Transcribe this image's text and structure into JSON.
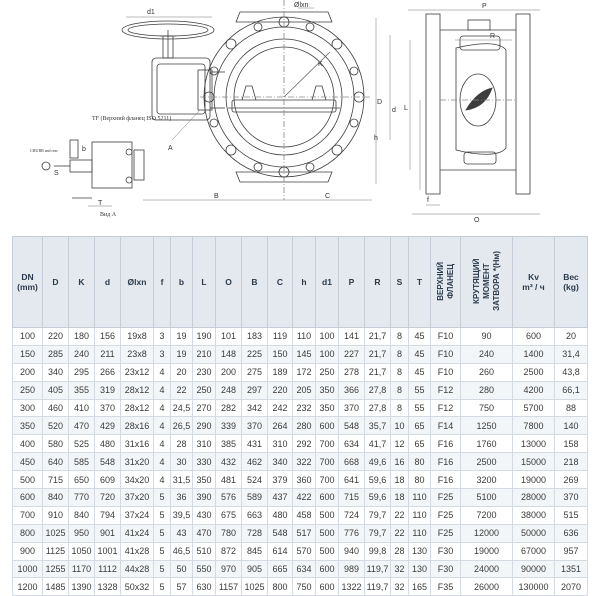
{
  "drawing": {
    "labels": {
      "d1": "d1",
      "lxn": "Ølxn",
      "K": "K",
      "D": "D",
      "d": "d",
      "B": "B",
      "C": "C",
      "h": "h",
      "P": "P",
      "R": "R",
      "L": "L",
      "O": "O",
      "T": "T",
      "S": "S",
      "b": "b",
      "f": "f",
      "flange_note": "TF (Верхний фланец ISO 5211)",
      "view_a": "Вид А",
      "small_note": "CHUBB and rear",
      "arrow_a": "A"
    }
  },
  "table": {
    "headers": [
      "DN\n(mm)",
      "D",
      "K",
      "d",
      "Ølxn",
      "f",
      "b",
      "L",
      "O",
      "B",
      "C",
      "h",
      "d1",
      "P",
      "R",
      "S",
      "T",
      "ВЕРХНИЙ\nФЛАНЕЦ",
      "КРУТЯЩИЙ\nМОМЕНТ\nЗАТВОРА *(Нм)",
      "Kv\nm³ / ч",
      "Вес\n(kg)"
    ],
    "rotated": [
      false,
      false,
      false,
      false,
      false,
      false,
      false,
      false,
      false,
      false,
      false,
      false,
      false,
      false,
      false,
      false,
      false,
      true,
      true,
      false,
      false
    ],
    "rows": [
      [
        "100",
        "220",
        "180",
        "156",
        "19x8",
        "3",
        "19",
        "190",
        "101",
        "183",
        "119",
        "110",
        "100",
        "141",
        "21,7",
        "8",
        "45",
        "F10",
        "90",
        "600",
        "20"
      ],
      [
        "150",
        "285",
        "240",
        "211",
        "23x8",
        "3",
        "19",
        "210",
        "148",
        "225",
        "150",
        "145",
        "100",
        "227",
        "21,7",
        "8",
        "45",
        "F10",
        "240",
        "1400",
        "31,4"
      ],
      [
        "200",
        "340",
        "295",
        "266",
        "23x12",
        "4",
        "20",
        "230",
        "200",
        "275",
        "189",
        "172",
        "250",
        "278",
        "21,7",
        "8",
        "45",
        "F10",
        "260",
        "2500",
        "43,8"
      ],
      [
        "250",
        "405",
        "355",
        "319",
        "28x12",
        "4",
        "22",
        "250",
        "248",
        "297",
        "220",
        "205",
        "350",
        "366",
        "27,8",
        "8",
        "55",
        "F12",
        "280",
        "4200",
        "66,1"
      ],
      [
        "300",
        "460",
        "410",
        "370",
        "28x12",
        "4",
        "24,5",
        "270",
        "282",
        "342",
        "242",
        "232",
        "350",
        "370",
        "27,8",
        "8",
        "55",
        "F12",
        "750",
        "5700",
        "88"
      ],
      [
        "350",
        "520",
        "470",
        "429",
        "28x16",
        "4",
        "26,5",
        "290",
        "339",
        "370",
        "264",
        "280",
        "600",
        "548",
        "35,7",
        "10",
        "65",
        "F14",
        "1250",
        "7800",
        "140"
      ],
      [
        "400",
        "580",
        "525",
        "480",
        "31x16",
        "4",
        "28",
        "310",
        "385",
        "431",
        "310",
        "292",
        "700",
        "634",
        "41,7",
        "12",
        "65",
        "F16",
        "1760",
        "13000",
        "158"
      ],
      [
        "450",
        "640",
        "585",
        "548",
        "31x20",
        "4",
        "30",
        "330",
        "432",
        "462",
        "340",
        "322",
        "700",
        "668",
        "49,6",
        "16",
        "80",
        "F16",
        "2500",
        "15000",
        "218"
      ],
      [
        "500",
        "715",
        "650",
        "609",
        "34x20",
        "4",
        "31,5",
        "350",
        "481",
        "524",
        "379",
        "360",
        "700",
        "641",
        "59,6",
        "18",
        "80",
        "F16",
        "3200",
        "19000",
        "269"
      ],
      [
        "600",
        "840",
        "770",
        "720",
        "37x20",
        "5",
        "36",
        "390",
        "576",
        "589",
        "437",
        "422",
        "600",
        "715",
        "59,6",
        "18",
        "110",
        "F25",
        "5100",
        "28000",
        "370"
      ],
      [
        "700",
        "910",
        "840",
        "794",
        "37x24",
        "5",
        "39,5",
        "430",
        "675",
        "663",
        "480",
        "458",
        "500",
        "724",
        "79,7",
        "22",
        "110",
        "F25",
        "7200",
        "38000",
        "515"
      ],
      [
        "800",
        "1025",
        "950",
        "901",
        "41x24",
        "5",
        "43",
        "470",
        "780",
        "728",
        "548",
        "517",
        "500",
        "776",
        "79,7",
        "22",
        "110",
        "F25",
        "12000",
        "50000",
        "636"
      ],
      [
        "900",
        "1125",
        "1050",
        "1001",
        "41x28",
        "5",
        "46,5",
        "510",
        "872",
        "845",
        "614",
        "570",
        "500",
        "940",
        "99,8",
        "28",
        "130",
        "F30",
        "19000",
        "67000",
        "957"
      ],
      [
        "1000",
        "1255",
        "1170",
        "1112",
        "44x28",
        "5",
        "50",
        "550",
        "970",
        "905",
        "665",
        "634",
        "600",
        "989",
        "119,7",
        "32",
        "130",
        "F30",
        "24000",
        "90000",
        "1351"
      ],
      [
        "1200",
        "1485",
        "1390",
        "1328",
        "50x32",
        "5",
        "57",
        "630",
        "1157",
        "1025",
        "800",
        "750",
        "600",
        "1322",
        "119,7",
        "32",
        "165",
        "F35",
        "26000",
        "130000",
        "2070"
      ]
    ]
  }
}
